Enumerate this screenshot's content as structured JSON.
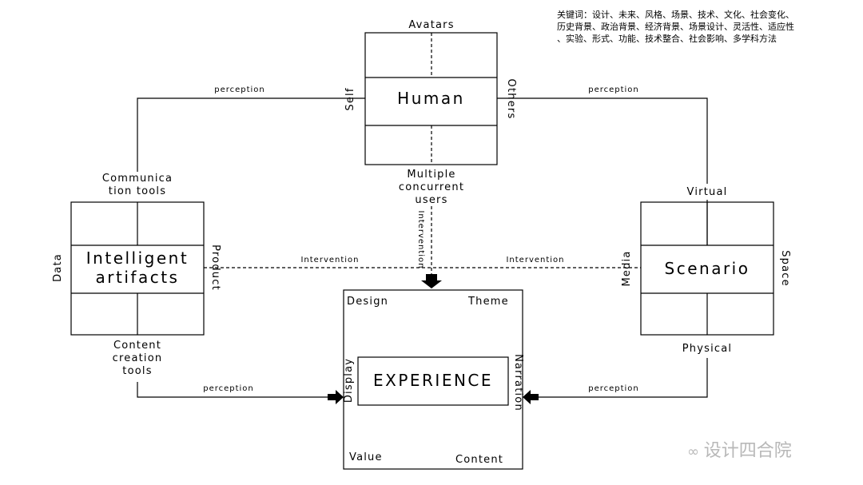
{
  "keywords": {
    "line1": "关键词：设计、未来、风格、场景、技术、文化、社会变化、",
    "line2": "历史背景、政治背景、经济背景、场景设计、灵活性、适应性",
    "line3": "、实验、形式、功能、技术整合、社会影响、多学科方法"
  },
  "human": {
    "title": "Human",
    "top": "Avatars",
    "left": "Self",
    "right": "Others",
    "bottom_line1": "Multiple",
    "bottom_line2": "concurrent",
    "bottom_line3": "users"
  },
  "artifacts": {
    "title_line1": "Intelligent",
    "title_line2": "artifacts",
    "top_line1": "Communica",
    "top_line2": "tion tools",
    "left": "Data",
    "right": "Product",
    "bottom_line1": "Content",
    "bottom_line2": "creation",
    "bottom_line3": "tools"
  },
  "scenario": {
    "title": "Scenario",
    "top": "Virtual",
    "left": "Media",
    "right": "Space",
    "bottom": "Physical"
  },
  "experience": {
    "title": "EXPERIENCE",
    "top_left": "Design",
    "top_right": "Theme",
    "bottom_left": "Value",
    "bottom_right": "Content",
    "left": "Display",
    "right": "Narration"
  },
  "edges": {
    "perception_human_left": "perception",
    "perception_human_right": "perception",
    "perception_artifacts_exp": "perception",
    "perception_scenario_exp": "perception",
    "intervention_left": "Intervention",
    "intervention_right": "Intervention",
    "intervention_vertical": "Intervention"
  },
  "watermark": "设计四合院"
}
